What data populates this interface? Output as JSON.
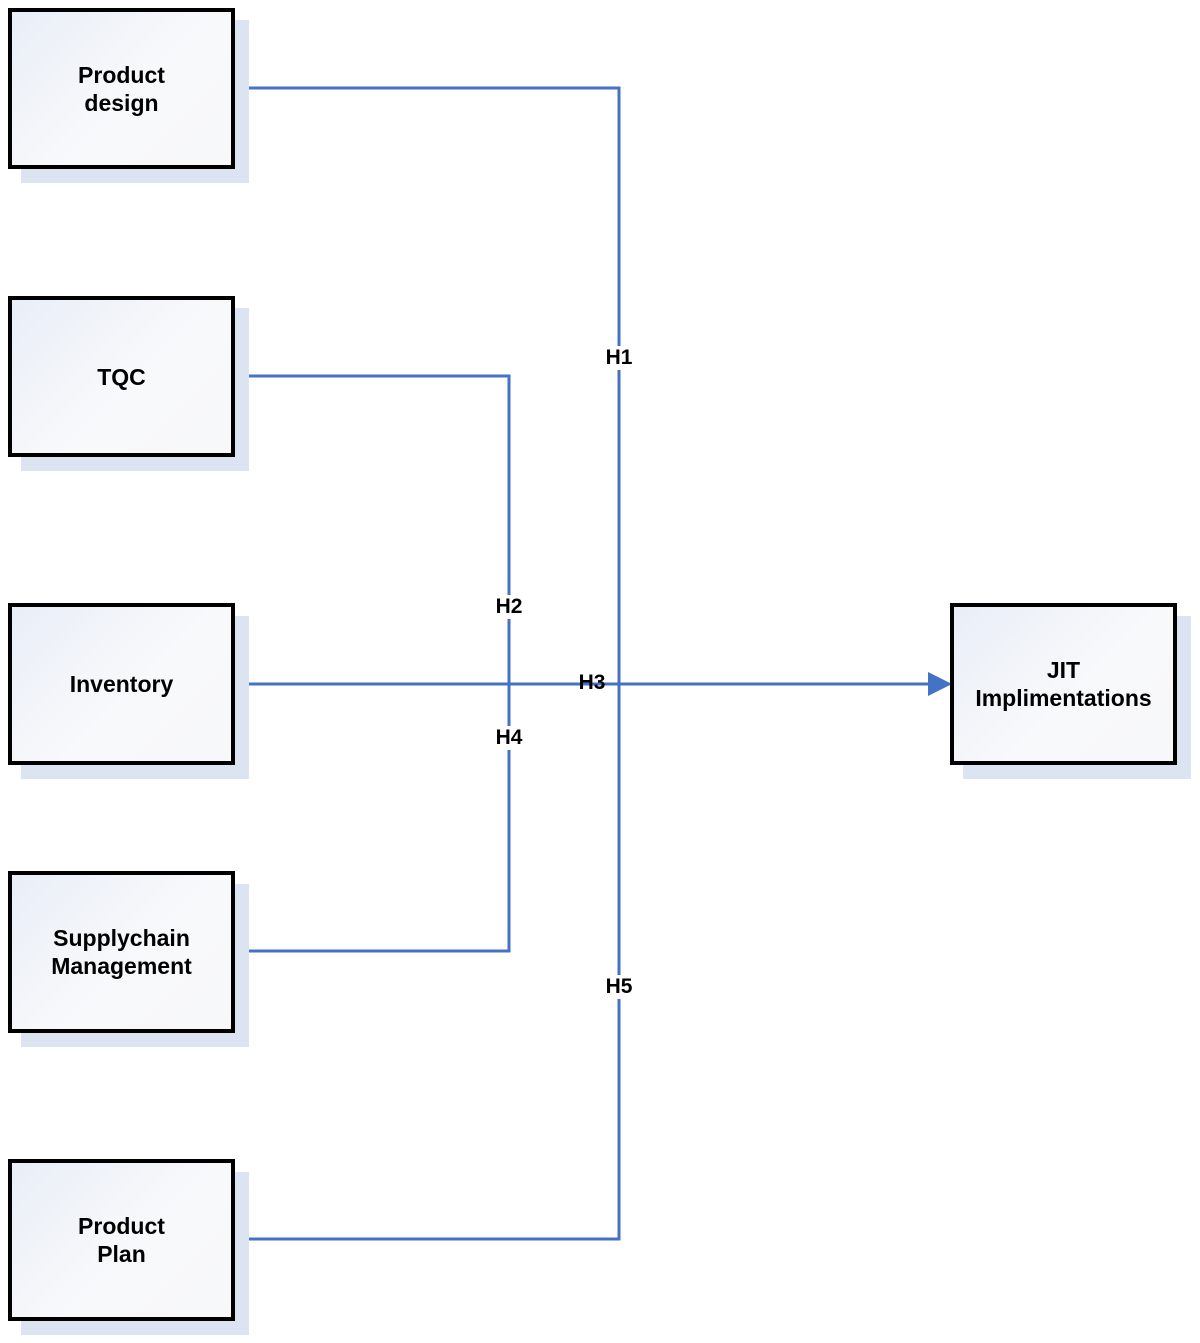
{
  "nodes": {
    "product_design": {
      "label": "Product\ndesign"
    },
    "tqc": {
      "label": "TQC"
    },
    "inventory": {
      "label": "Inventory"
    },
    "supplychain": {
      "label": "Supplychain\nManagement"
    },
    "product_plan": {
      "label": "Product\nPlan"
    },
    "jit": {
      "label": "JIT\nImplimentations"
    }
  },
  "edges": {
    "h1": {
      "label": "H1",
      "from": "Product design",
      "to": "JIT Implimentations"
    },
    "h2": {
      "label": "H2",
      "from": "TQC",
      "to": "JIT Implimentations"
    },
    "h3": {
      "label": "H3",
      "from": "Inventory",
      "to": "JIT Implimentations"
    },
    "h4": {
      "label": "H4",
      "from": "Supplychain Management",
      "to": "JIT Implimentations"
    },
    "h5": {
      "label": "H5",
      "from": "Product Plan",
      "to": "JIT Implimentations"
    }
  },
  "colors": {
    "connector": "#4472c4",
    "box_border": "#000000",
    "box_shadow": "#dde4f1"
  }
}
